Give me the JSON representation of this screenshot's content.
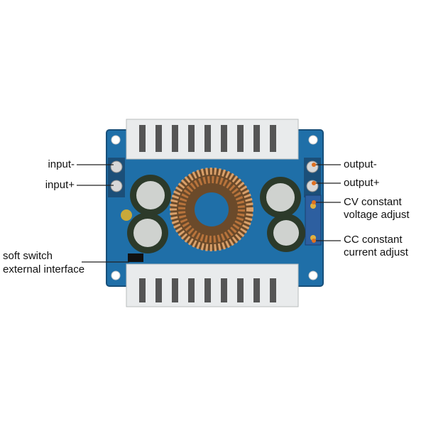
{
  "labels": {
    "input_minus": "input-",
    "input_plus": "input+",
    "soft_switch_line1": "soft switch",
    "soft_switch_line2": "external interface",
    "output_minus": "output-",
    "output_plus": "output+",
    "cv_line1": "CV constant",
    "cv_line2": "voltage adjust",
    "cc_line1": "CC constant",
    "cc_line2": "current adjust"
  },
  "colors": {
    "pcb": "#1f6fa8",
    "heatsink": "#e9ebec",
    "capacitor": "#2c3a2a",
    "copper": "#b8743c"
  }
}
